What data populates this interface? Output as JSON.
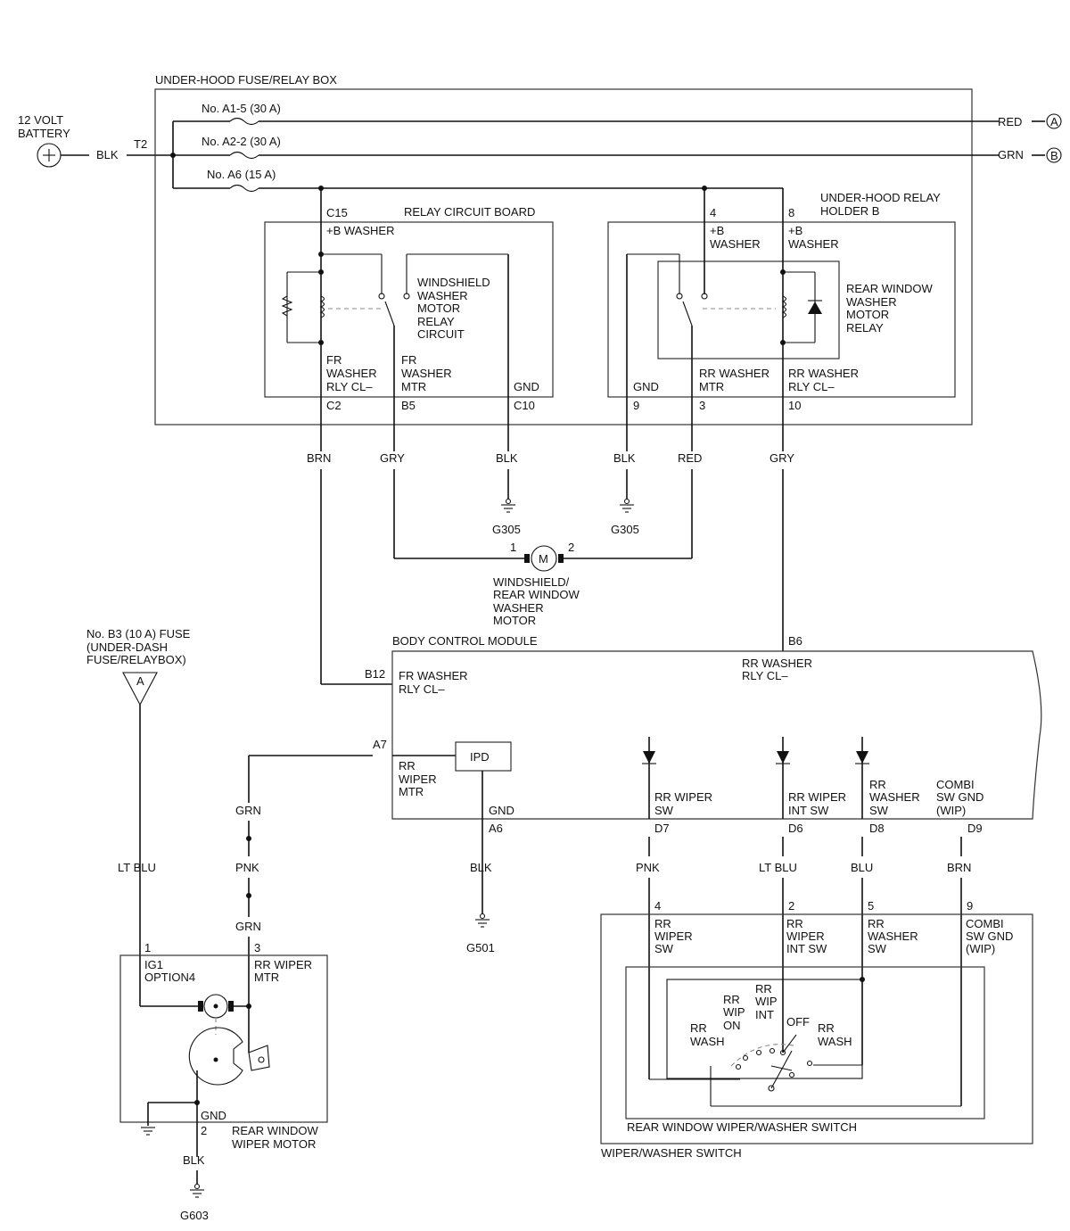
{
  "battery": {
    "line1": "12 VOLT",
    "line2": "BATTERY",
    "wire": "BLK",
    "terminal": "T2"
  },
  "underhood_box": {
    "title": "UNDER-HOOD FUSE/RELAY BOX",
    "fuse_a15": "No. A1-5 (30 A)",
    "fuse_a22": "No. A2-2 (30 A)",
    "fuse_a6": "No. A6 (15 A)",
    "out_red": "RED",
    "out_grn": "GRN",
    "conn_a": "A",
    "conn_b": "B"
  },
  "relay_board": {
    "title": "RELAY CIRCUIT BOARD",
    "pin_c15": "C15",
    "b_washer": "+B WASHER",
    "relay_label": [
      "WINDSHIELD",
      "WASHER",
      "MOTOR",
      "RELAY",
      "CIRCUIT"
    ],
    "fr_rly": [
      "FR",
      "WASHER",
      "RLY CL–"
    ],
    "fr_mtr": [
      "FR",
      "WASHER",
      "MTR"
    ],
    "gnd": "GND",
    "pin_c2": "C2",
    "pin_b5": "B5",
    "pin_c10": "C10"
  },
  "relay_holder": {
    "title": [
      "UNDER-HOOD RELAY",
      "HOLDER B"
    ],
    "pin_4": "4",
    "pin_8": "8",
    "b_washer1": [
      "+B",
      "WASHER"
    ],
    "b_washer2": [
      "+B",
      "WASHER"
    ],
    "relay_label": [
      "REAR WINDOW",
      "WASHER",
      "MOTOR",
      "RELAY"
    ],
    "gnd": "GND",
    "rr_mtr": [
      "RR WASHER",
      "MTR"
    ],
    "rr_rly": [
      "RR WASHER",
      "RLY CL–"
    ],
    "pin_9": "9",
    "pin_3": "3",
    "pin_10": "10"
  },
  "wires_mid": {
    "brn": "BRN",
    "gry1": "GRY",
    "blk1": "BLK",
    "blk2": "BLK",
    "red": "RED",
    "gry2": "GRY"
  },
  "grounds": {
    "g305a": "G305",
    "g305b": "G305",
    "g501": "G501",
    "g603": "G603"
  },
  "washer_motor": {
    "pin1": "1",
    "pin2": "2",
    "m": "M",
    "label": [
      "WINDSHIELD/",
      "REAR WINDOW",
      "WASHER",
      "MOTOR"
    ]
  },
  "bcm": {
    "title": "BODY CONTROL MODULE",
    "pin_b6": "B6",
    "rr_rly": [
      "RR WASHER",
      "RLY CL–"
    ],
    "pin_b12": "B12",
    "fr_rly": [
      "FR WASHER",
      "RLY CL–"
    ],
    "pin_a7": "A7",
    "rr_wiper_mtr": [
      "RR",
      "WIPER",
      "MTR"
    ],
    "ipd": "IPD",
    "gnd": "GND",
    "rr_wiper_sw": [
      "RR WIPER",
      "SW"
    ],
    "rr_wiper_int": [
      "RR WIPER",
      "INT SW"
    ],
    "rr_washer_sw": [
      "RR",
      "WASHER",
      "SW"
    ],
    "combi": [
      "COMBI",
      "SW GND",
      "(WIP)"
    ],
    "pin_a6": "A6",
    "pin_d7": "D7",
    "pin_d6": "D6",
    "pin_d8": "D8",
    "pin_d9": "D9"
  },
  "fuse_b3": {
    "label": [
      "No. B3 (10 A) FUSE",
      "(UNDER-DASH",
      "FUSE/RELAYBOX)"
    ],
    "conn": "A"
  },
  "wires_low": {
    "lt_blu": "LT BLU",
    "grn1": "GRN",
    "pnk1": "PNK",
    "grn2": "GRN",
    "blk": "BLK",
    "pnk2": "PNK",
    "lt_blu2": "LT BLU",
    "blu": "BLU",
    "brn": "BRN",
    "blk_g603": "BLK"
  },
  "wiper_motor": {
    "pin1": "1",
    "pin3": "3",
    "ig1": [
      "IG1",
      "OPTION4"
    ],
    "rr_wiper_mtr": [
      "RR WIPER",
      "MTR"
    ],
    "gnd": "GND",
    "pin2": "2",
    "label": [
      "REAR WINDOW",
      "WIPER MOTOR"
    ]
  },
  "switch": {
    "pin4": "4",
    "pin2": "2",
    "pin5": "5",
    "pin9": "9",
    "rr_wiper_sw": [
      "RR",
      "WIPER",
      "SW"
    ],
    "rr_wiper_int": [
      "RR",
      "WIPER",
      "INT SW"
    ],
    "rr_washer_sw": [
      "RR",
      "WASHER",
      "SW"
    ],
    "combi": [
      "COMBI",
      "SW GND",
      "(WIP)"
    ],
    "pos_rr_wash_l": [
      "RR",
      "WASH"
    ],
    "pos_wip_on": [
      "RR",
      "WIP",
      "ON"
    ],
    "pos_wip_int": [
      "RR",
      "WIP",
      "INT"
    ],
    "pos_off": "OFF",
    "pos_rr_wash_r": [
      "RR",
      "WASH"
    ],
    "inner_title": "REAR WINDOW WIPER/WASHER SWITCH",
    "outer_title": "WIPER/WASHER SWITCH"
  }
}
